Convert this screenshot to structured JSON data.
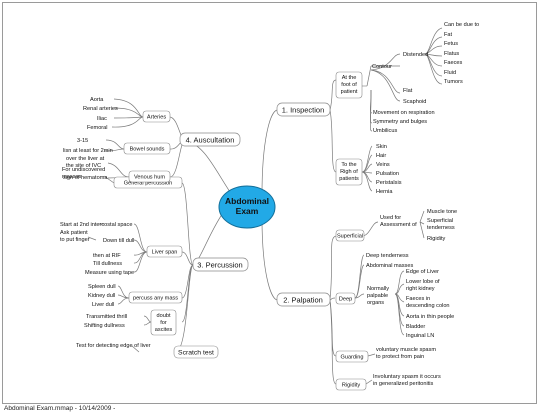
{
  "central": {
    "line1": "Abdominal",
    "line2": "Exam"
  },
  "branches": {
    "inspection": "1. Inspection",
    "palpation": "2. Palpation",
    "percussion": "3. Percussion",
    "auscultation": "4. Auscultation"
  },
  "inspection": {
    "at_foot": [
      "At the",
      "foot of",
      "patient"
    ],
    "contour": "Contour",
    "distended": "Distended",
    "can_be_due_to": "Can be due to",
    "causes": [
      "Fat",
      "Fetus",
      "Flatus",
      "Faeces",
      "Fluid",
      "Tumors"
    ],
    "flat": "Flat",
    "scaphoid": "Scaphoid",
    "movement": "Movement on respiration",
    "symmetry": "Symmetry and bulges",
    "umbilicus": "Umbilicus",
    "to_right": [
      "To the",
      "Righ of",
      "patients"
    ],
    "right_items": [
      "Skin",
      "Hair",
      "Veins",
      "Pulsation",
      "Peristalsis",
      "Hernia"
    ]
  },
  "palpation": {
    "superficial": "Superficial",
    "used_for": [
      "Used for",
      "Assessment of"
    ],
    "superficial_items": [
      "Muscle tone",
      "Superficial",
      "tenderness",
      "Rigidity"
    ],
    "deep": "Deep",
    "deep_tenderness": "Deep tenderness",
    "abdominal_masses": "Abdominal masses",
    "normally": [
      "Normally",
      "palpable",
      "organs"
    ],
    "organs": [
      "Edge of Liver",
      "Lower lobe of",
      "right kidney",
      "Faeces in",
      "descending colon",
      "Aorta in thin people",
      "Bladder",
      "Inguinal LN"
    ],
    "guarding": "Guarding",
    "guarding_desc": [
      "voluntary muscle spasm",
      "to protect from pain"
    ],
    "rigidity": "Rigidity",
    "rigidity_desc": [
      "Involuntary spasm it occurs",
      "in generalized peritonitis"
    ]
  },
  "percussion": {
    "general": "General percussion",
    "general_for": [
      "For undiscovered",
      "masses"
    ],
    "liver_span": "Liver span",
    "start": "Start at 2nd intercostal space",
    "ask": [
      "Ask patient",
      "to put finger"
    ],
    "down_till": "Down till dull",
    "then_rif": "then at RIF",
    "till_dullness": "Till dullness",
    "measure": "Measure using tape",
    "percuss_mass": "percuss any mass",
    "dulls": [
      "Spleen dull",
      "Kidney dull",
      "Liver dull"
    ],
    "doubt": [
      "doubt",
      "for",
      "ascites"
    ],
    "transmitted": "Transmitted thrill",
    "shifting": "Shifting dullness",
    "scratch": "Scratch test",
    "scratch_desc": "Test for detecting edge of liver"
  },
  "auscultation": {
    "arteries": "Arteries",
    "artery_items": [
      "Aorta",
      "Renal arteries",
      "Iliac",
      "Femoral"
    ],
    "bowel": "Bowel sounds",
    "bowel_items": [
      "3-15",
      "lisn at least for 2min"
    ],
    "venous": "Venous hum",
    "venous_items": [
      "over the liver at",
      "the site of IVC",
      "sign of hematoma"
    ]
  },
  "footer": "Abdominal Exam.mmap - 10/14/2009 -",
  "colors": {
    "central_fill": "#22a9e6",
    "central_stroke": "#136f9a",
    "line": "#7a7a7a",
    "box": "#8a8a8a"
  }
}
